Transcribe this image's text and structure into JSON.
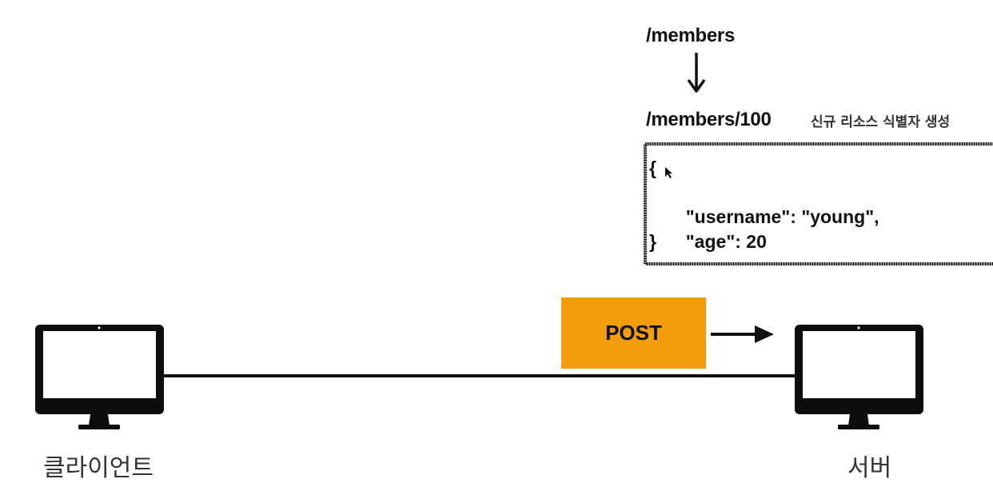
{
  "resource": {
    "collection_path": "/members",
    "created_path": "/members/100",
    "created_note": "신규 리소스 식별자 생성"
  },
  "payload": {
    "open_brace": "{",
    "lines": [
      {
        "key": "\"username\": ",
        "value": "\"young\","
      },
      {
        "key": "\"age\": ",
        "value": "20"
      }
    ],
    "close_brace": "}"
  },
  "request": {
    "method": "POST"
  },
  "client": {
    "label": "클라이언트",
    "icon": "monitor-icon"
  },
  "server": {
    "label": "서버",
    "icon": "monitor-icon"
  },
  "colors": {
    "method_box": "#f39c0c",
    "ink": "#111111",
    "label_text": "#333333"
  }
}
